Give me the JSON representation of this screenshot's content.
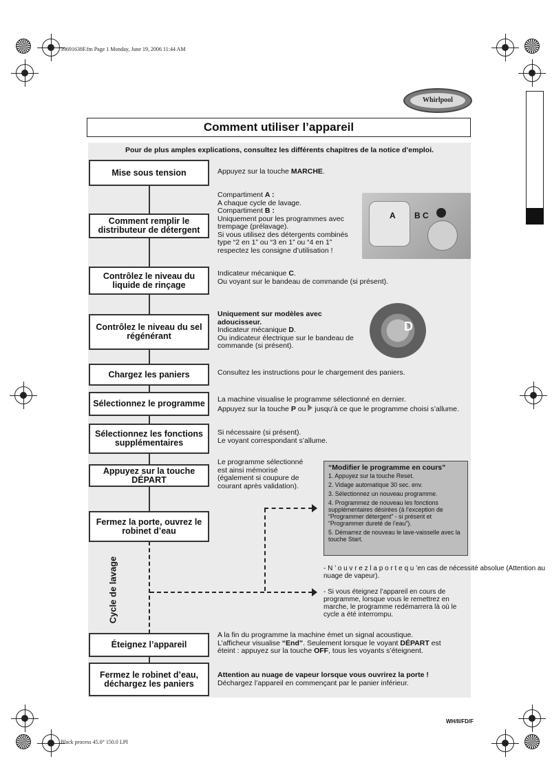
{
  "file_header": "39691638F.fm  Page 1  Monday, June 19, 2006  11:44 AM",
  "footer_process": "Black process 45.0° 150.0 LPI",
  "footer_code": "WH/II/FD/F",
  "brand": "Whirlpool",
  "title": "Comment utiliser l’appareil",
  "intro": "Pour de plus amples explications, consultez les différents chapitres de la notice d’emploi.",
  "steps": {
    "s1": "Mise sous tension",
    "s2": "Comment remplir le distributeur de détergent",
    "s3": "Contrôlez le niveau du liquide de rinçage",
    "s4": "Contrôlez le niveau du sel régénérant",
    "s5": "Chargez les paniers",
    "s6": "Sélectionnez le programme",
    "s7": "Sélectionnez les fonctions supplémentaires",
    "s8": "Appuyez sur la touche DÉPART",
    "s9": "Fermez la porte, ouvrez le robinet d’eau",
    "s10": "Éteignez l’appareil",
    "s11": "Fermez le robinet d’eau, déchargez les paniers"
  },
  "cycle_label": "Cycle de lavage",
  "desc": {
    "d1_pre": "Appuyez sur la touche ",
    "d1_key": "MARCHE",
    "d1_post": ".",
    "d2_a": "Compartiment ",
    "d2_a_key": "A :",
    "d2_a_text": "A chaque cycle de lavage.",
    "d2_b": "Compartiment ",
    "d2_b_key": "B :",
    "d2_b_text": "Uniquement pour les programmes avec trempage (prélavage).",
    "d2_c": "Si vous utilisez des détergents combinés type “2 en 1” ou “3 en 1” ou “4 en 1” respectez les consigne d’utilisation !",
    "d3_pre": "Indicateur mécanique ",
    "d3_key": "C",
    "d3_post": ".",
    "d3_b": "Ou voyant sur le bandeau de commande (si présent).",
    "d4_bold": "Uniquement sur modèles avec adoucisseur.",
    "d4_pre": "Indicateur mécanique ",
    "d4_key": "D",
    "d4_post": ".",
    "d4_b": "Ou indicateur électrique sur le bandeau de commande (si présent).",
    "d5": "Consultez les instructions pour le chargement des paniers.",
    "d6_a": "La machine visualise le programme sélectionné en dernier.",
    "d6_pre": "Appuyez sur la touche ",
    "d6_key": "P",
    "d6_post": " ou ",
    "d6_end": "jusqu’à ce que le programme choisi s’allume.",
    "d7_a": "Si nécessaire (si présent).",
    "d7_b": "Le voyant correspondant s’allume.",
    "d8": "Le programme sélectionné est ainsi mémorisé (également si coupure de courant après validation).",
    "d10_a": "A la fin du programme la machine émet un signal acoustique.",
    "d10_b_pre": "L’afficheur visualise ",
    "d10_b_key": "“End”",
    "d10_b_mid": ". Seulement lorsque le voyant ",
    "d10_b_key2": "DÉPART",
    "d10_b_post": " est",
    "d10_c_pre": "éteint : appuyez sur la touche ",
    "d10_c_key": "OFF",
    "d10_c_post": ", tous les voyants s’éteignent.",
    "d11_bold": "Attention au nuage de vapeur lorsque vous ouvrirez la porte !",
    "d11_b": "Déchargez l’appareil en commençant par le panier inférieur."
  },
  "photo_labels": {
    "a": "A",
    "bc": "B C",
    "d": "D"
  },
  "modify": {
    "title": "“Modifier le programme en cours”",
    "items": [
      "1. Appuyez sur la touche Reset.",
      "2. Vidage automatique 30 sec. env.",
      "3. Sélectionnez un nouveau programme.",
      "4. Programmez de nouveau les fonctions supplémentaires désirées (à l’exception de “Programmer détergent” - si présent et “Programmer dureté de l’eau”).",
      "5. Démarrez de nouveau le lave-vaisselle avec la touche Start."
    ]
  },
  "notes": {
    "n1": "- N ’ o u v r e z  l a  p o r t e  q u ’en cas de nécessité absolue (Attention au nuage de vapeur).",
    "n2": "- Si vous éteignez l’appareil en cours de programme, lorsque vous le remettrez en marche, le programme redémarrera là où le cycle a été interrompu."
  },
  "colors": {
    "panel": "#ebebeb",
    "modify_box": "#bdbdbd",
    "border": "#333333"
  }
}
